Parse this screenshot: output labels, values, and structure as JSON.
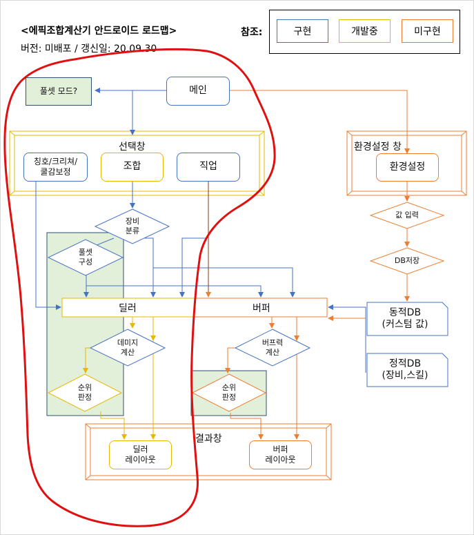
{
  "header": {
    "title": "<에픽조합계산기 안드로이드 로드맵>",
    "version": "버전: 미배포 / 갱신일: 20.09.30"
  },
  "legend": {
    "label": "참조:",
    "implemented": "구현",
    "developing": "개발중",
    "not_implemented": "미구현"
  },
  "colors": {
    "implemented": "#4472c4",
    "developing": "#e6b800",
    "not_implemented": "#ed7d31",
    "highlight_region": "#e2efd9",
    "annotation": "#e01010"
  },
  "nodes": {
    "fullset_mode": "풀셋 모드?",
    "main": "메인",
    "select_window": "선택창",
    "title_creature": "칭호/크리쳐/\n쿨감보정",
    "combination": "조합",
    "job": "직업",
    "gear_classify": "장비\n분류",
    "fullset_build": "풀셋\n구성",
    "dealer": "딜러",
    "buffer": "버퍼",
    "damage_calc": "데미지\n계산",
    "buff_calc": "버프력\n계산",
    "rank_dealer": "순위\n판정",
    "rank_buffer": "순위\n판정",
    "result_window": "결과창",
    "dealer_layout": "딜러\n레이아웃",
    "buffer_layout": "버퍼\n레이아웃",
    "settings_window": "환경설정 창",
    "settings": "환경설정",
    "value_input": "값 입력",
    "db_save": "DB저장",
    "dynamic_db": "동적DB\n(커스텀 값)",
    "static_db": "정적DB\n(장비,스킬)"
  }
}
